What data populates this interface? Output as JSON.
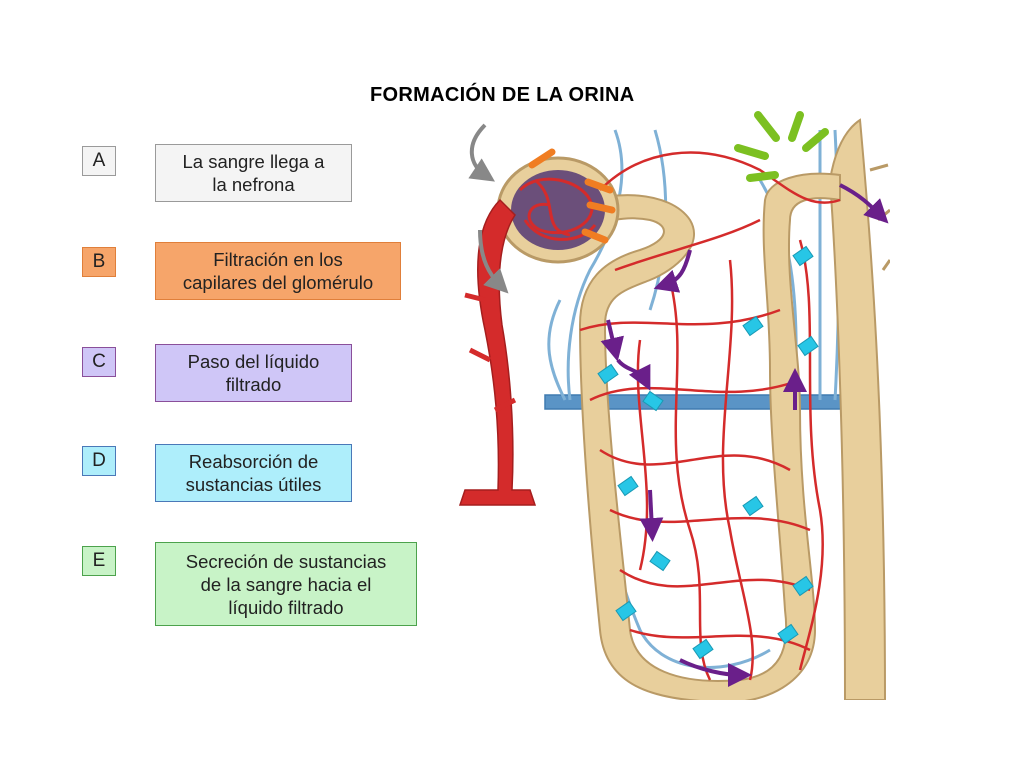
{
  "title": "FORMACIÓN DE LA ORINA",
  "legend": [
    {
      "letter": "A",
      "text": "La sangre llega a\nla nefrona",
      "color": "#f4f4f4",
      "border": "#9a9a9a"
    },
    {
      "letter": "B",
      "text": "Filtración en los\ncapilares del glomérulo",
      "color": "#f6a56a",
      "border": "#e07f3a"
    },
    {
      "letter": "C",
      "text": "Paso del líquido\nfiltrado",
      "color": "#cfc6f7",
      "border": "#8a4f9a"
    },
    {
      "letter": "D",
      "text": "Reabsorción de\nsustancias útiles",
      "color": "#aeeefb",
      "border": "#4a78b8"
    },
    {
      "letter": "E",
      "text": "Secreción de sustancias\nde la sangre hacia el\nlíquido filtrado",
      "color": "#c8f3c7",
      "border": "#4ca24c"
    }
  ],
  "colors": {
    "tubule": "#e8cf9c",
    "tubule_edge": "#b99a66",
    "artery": "#d42b2b",
    "vein": "#7fb1d6",
    "arrow_blood": "#888888",
    "arrow_filtration": "#f07d22",
    "arrow_flow": "#6a1f8a",
    "arrow_reabsorption": "#27c6e6",
    "arrow_secretion": "#7cc021"
  }
}
